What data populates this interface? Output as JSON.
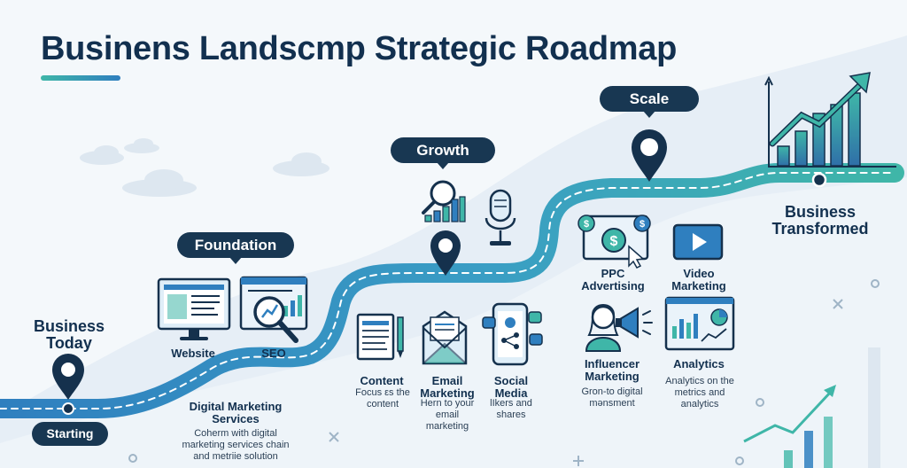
{
  "title": "Businens Landscmp Strategic Roadmap",
  "stages": {
    "start": {
      "label": "Business Today",
      "line1": "Business",
      "line2": "Today",
      "badge": "Starting"
    },
    "foundation": {
      "label": "Foundation"
    },
    "growth": {
      "label": "Growth"
    },
    "scale": {
      "label": "Scale"
    },
    "end": {
      "line1": "Business",
      "line2": "Transformed"
    }
  },
  "foundation_items": {
    "website": "Website",
    "seo": "SEO",
    "services_title_1": "Digital Marketing",
    "services_title_2": "Services",
    "services_desc_1": "Coherm with digital",
    "services_desc_2": "marketing services chain",
    "services_desc_3": "and metriie solution"
  },
  "growth_items": {
    "content": {
      "title": "Content",
      "desc1": "Focus εs the",
      "desc2": "content"
    },
    "email": {
      "title1": "Email",
      "title2": "Marketing",
      "desc1": "Hern to your",
      "desc2": "email",
      "desc3": "marketing"
    },
    "social": {
      "title1": "Social",
      "title2": "Media",
      "desc1": "lIkers and",
      "desc2": "shares"
    }
  },
  "scale_items": {
    "ppc": {
      "title1": "PPC",
      "title2": "Advertising"
    },
    "video": {
      "title1": "Video",
      "title2": "Marketing"
    },
    "influencer": {
      "title1": "Influencer",
      "title2": "Marketing",
      "desc1": "Gron-to digital",
      "desc2": "mənsment"
    },
    "analytics": {
      "title": "Analytics",
      "desc1": "Analytics on the",
      "desc2": "metrics and",
      "desc3": "analytics"
    }
  },
  "colors": {
    "navy": "#183752",
    "road": "#3b8fc4",
    "teal": "#3fb6a8",
    "title": "#12304f"
  },
  "icons": [
    "map-pin-icon",
    "monitor-icon",
    "seo-magnifier-icon",
    "search-chart-icon",
    "microphone-icon",
    "document-icon",
    "email-icon",
    "smartphone-social-icon",
    "ppc-dollar-icon",
    "video-play-icon",
    "influencer-person-icon",
    "megaphone-icon",
    "analytics-dashboard-icon",
    "growth-chart-icon"
  ]
}
